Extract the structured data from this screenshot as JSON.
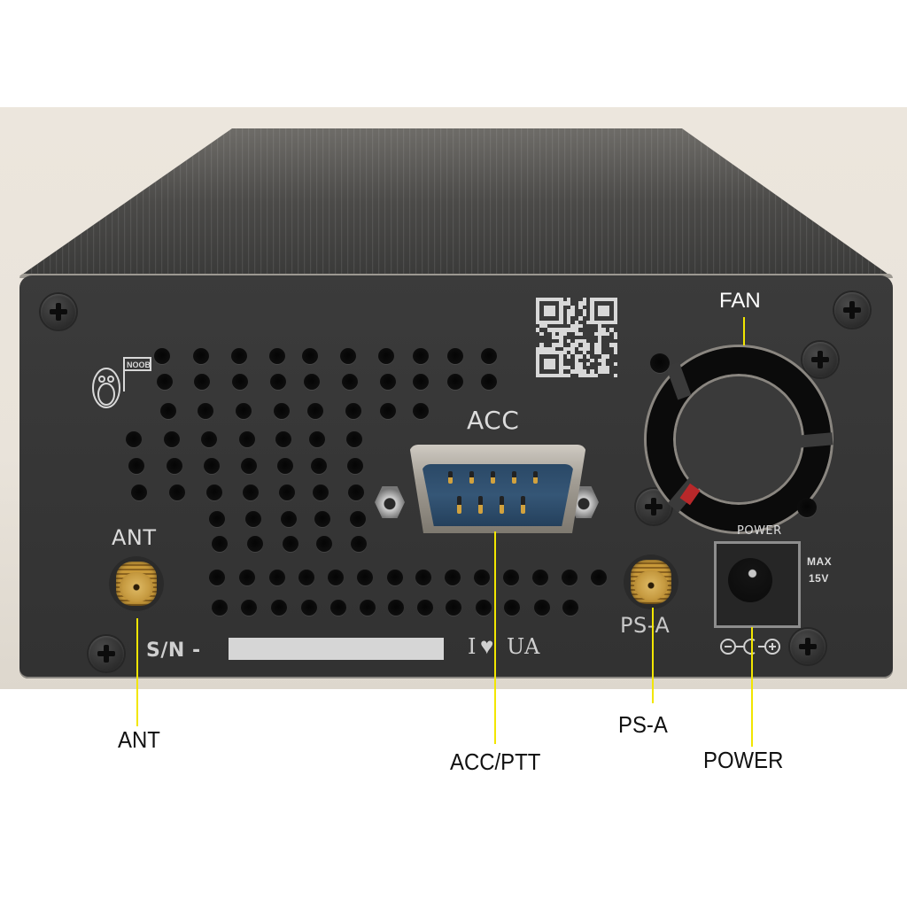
{
  "scene": {
    "subject": "Rear panel of a black aluminum radio transceiver case",
    "background_color": "#ebe5dc",
    "panel_color": "#373737",
    "callout_color": "#f2e600"
  },
  "panel_markings": {
    "logo_text": "NOOB",
    "acc": "ACC",
    "ant": "ANT",
    "ps_a": "PS-A",
    "power": "POWER",
    "max_line1": "MAX",
    "max_line2": "15V",
    "polarity": "⊖-C-⊕",
    "sn_label": "S/N -",
    "i_love_prefix": "I",
    "i_love_suffix": "UA"
  },
  "icons": {
    "penguin": "penguin-logo-icon",
    "heart": "♥",
    "qr": "qr-code-icon"
  },
  "callouts": {
    "fan": "FAN",
    "ant": "ANT",
    "acc_ptt": "ACC/PTT",
    "ps_a": "PS-A",
    "power": "POWER"
  }
}
